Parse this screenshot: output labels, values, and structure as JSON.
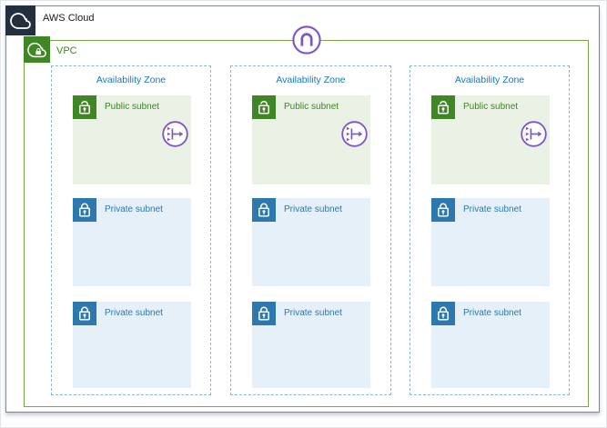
{
  "header": {
    "aws_cloud_label": "AWS Cloud"
  },
  "vpc": {
    "label": "VPC"
  },
  "icons": {
    "aws_cloud": "aws-cloud-icon",
    "vpc": "vpc-icon",
    "internet_gateway": "internet-gateway-icon",
    "nat_gateway": "nat-gateway-icon",
    "public_subnet": "public-subnet-open-lock-icon",
    "private_subnet": "private-subnet-lock-icon"
  },
  "availability_zones": [
    {
      "label": "Availability Zone",
      "subnets": [
        {
          "type": "public",
          "label": "Public subnet",
          "has_nat_gateway": true
        },
        {
          "type": "private",
          "label": "Private subnet"
        },
        {
          "type": "private",
          "label": "Private subnet"
        }
      ]
    },
    {
      "label": "Availability Zone",
      "subnets": [
        {
          "type": "public",
          "label": "Public subnet",
          "has_nat_gateway": true
        },
        {
          "type": "private",
          "label": "Private subnet"
        },
        {
          "type": "private",
          "label": "Private subnet"
        }
      ]
    },
    {
      "label": "Availability Zone",
      "subnets": [
        {
          "type": "public",
          "label": "Public subnet",
          "has_nat_gateway": true
        },
        {
          "type": "private",
          "label": "Private subnet"
        },
        {
          "type": "private",
          "label": "Private subnet"
        }
      ]
    }
  ],
  "colors": {
    "aws_frame_border": "#7D8998",
    "aws_cloud_icon_bg": "#232F3E",
    "vpc_border": "#7AA647",
    "vpc_green": "#3F8624",
    "az_text_blue": "#1778BE",
    "az_dashed_border": "#8AB6DC",
    "public_subnet_bg": "#E9F2E5",
    "private_subnet_bg": "#E6F0F8",
    "public_icon_bg": "#3F8624",
    "private_icon_bg": "#2E78B0",
    "gateway_purple": "#7D55C9"
  }
}
